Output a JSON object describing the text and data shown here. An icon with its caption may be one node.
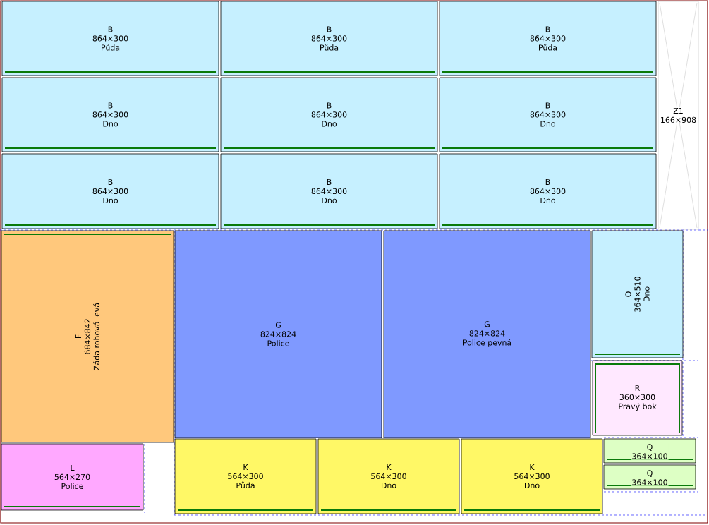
{
  "diagram": {
    "nodes": [
      {
        "text": [
          "B",
          "864×300",
          "Půda"
        ]
      },
      {
        "text": [
          "B",
          "864×300",
          "Půda"
        ]
      },
      {
        "text": [
          "B",
          "864×300",
          "Půda"
        ]
      },
      {
        "text": [
          "Z1",
          "166×908"
        ]
      },
      {
        "text": [
          "B",
          "864×300",
          "Dno"
        ]
      },
      {
        "text": [
          "B",
          "864×300",
          "Dno"
        ]
      },
      {
        "text": [
          "B",
          "864×300",
          "Dno"
        ]
      },
      {
        "text": [
          "B",
          "864×300",
          "Dno"
        ]
      },
      {
        "text": [
          "B",
          "864×300",
          "Dno"
        ]
      },
      {
        "text": [
          "B",
          "864×300",
          "Dno"
        ]
      },
      {
        "text": [
          "F",
          "684×842",
          "Záda rohová levá"
        ]
      },
      {
        "text": [
          "G",
          "824×824",
          "Police"
        ]
      },
      {
        "text": [
          "G",
          "824×824",
          "Police pevná"
        ]
      },
      {
        "text": [
          "O",
          "364×510",
          "Dno"
        ]
      },
      {
        "text": [
          "R",
          "360×300",
          "Pravý bok"
        ]
      },
      {
        "text": [
          "L",
          "564×270",
          "Police"
        ]
      },
      {
        "text": [
          "K",
          "564×300",
          "Půda"
        ]
      },
      {
        "text": [
          "K",
          "564×300",
          "Dno"
        ]
      },
      {
        "text": [
          "K",
          "564×300",
          "Dno"
        ]
      },
      {
        "text": [
          "Q",
          "364×100"
        ]
      },
      {
        "text": [
          "Q",
          "364×100"
        ]
      }
    ]
  }
}
